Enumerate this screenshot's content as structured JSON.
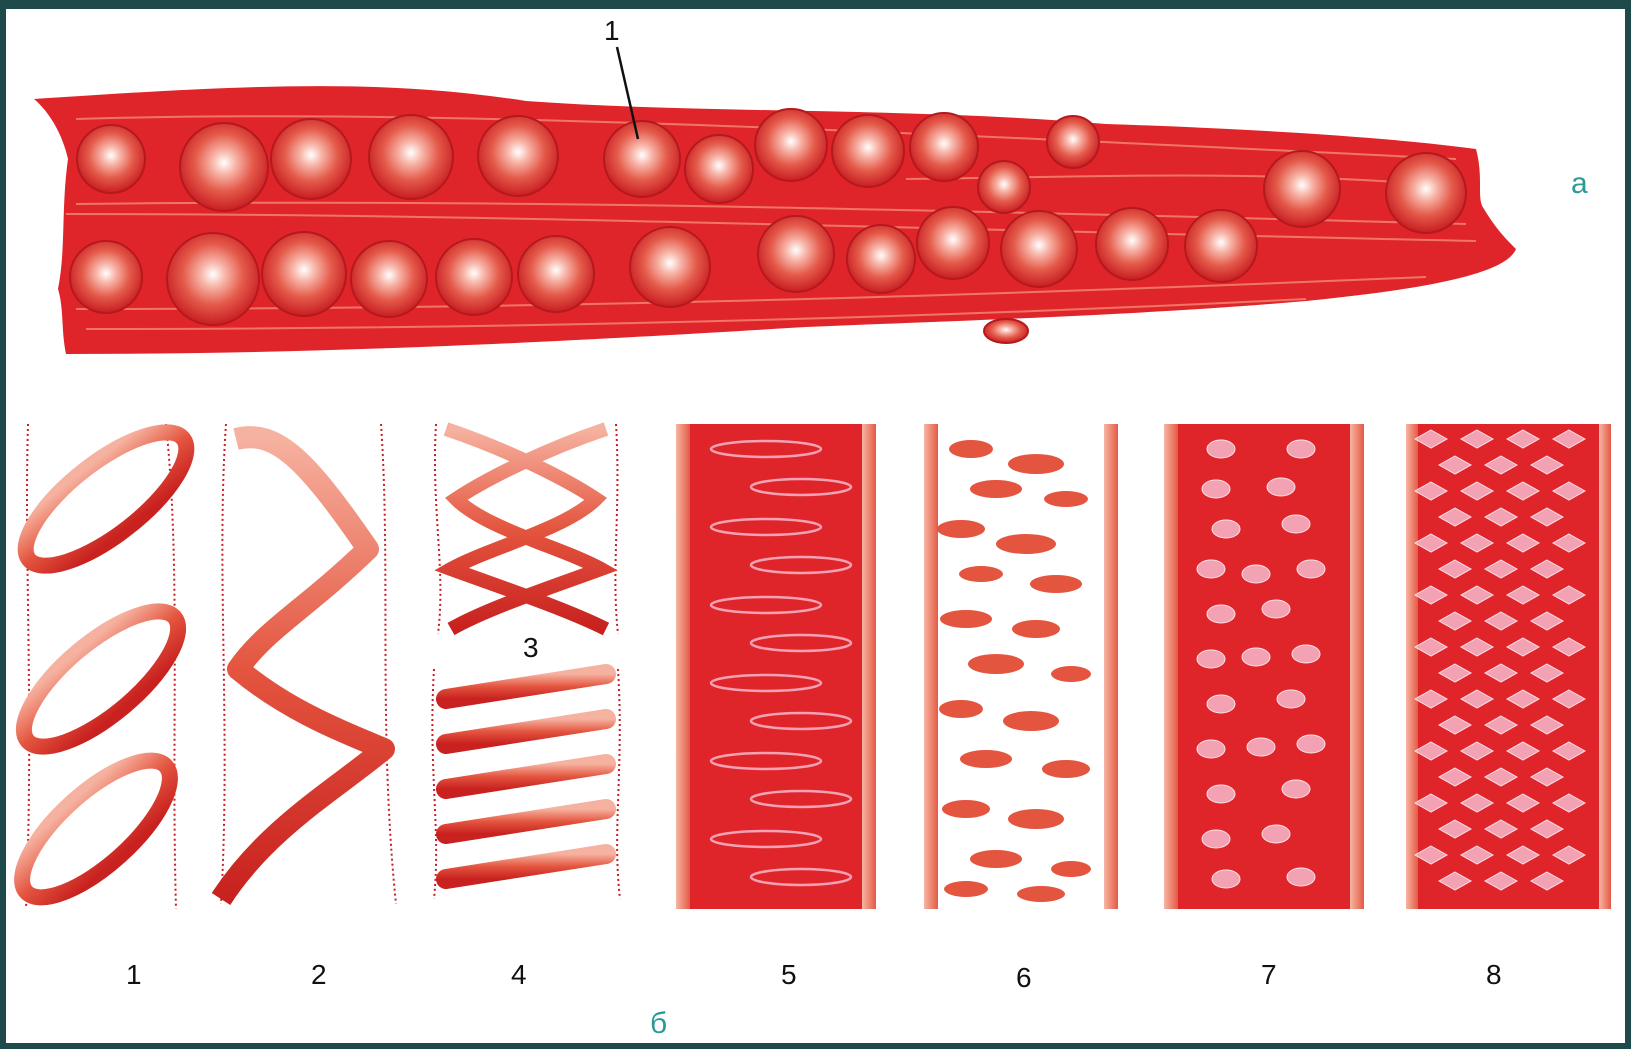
{
  "figure": {
    "callout_top": "1",
    "part_a": "а",
    "part_b": "б",
    "sample_numbers": [
      "1",
      "2",
      "4",
      "5",
      "6",
      "7",
      "8"
    ],
    "helix_label": "3"
  },
  "colors": {
    "background_frame": "#1f4a4c",
    "vessel_red": "#e0252a",
    "vessel_light": "#f07a64",
    "pit_pink": "#f3a2b4",
    "label_teal": "#2a9a96"
  }
}
